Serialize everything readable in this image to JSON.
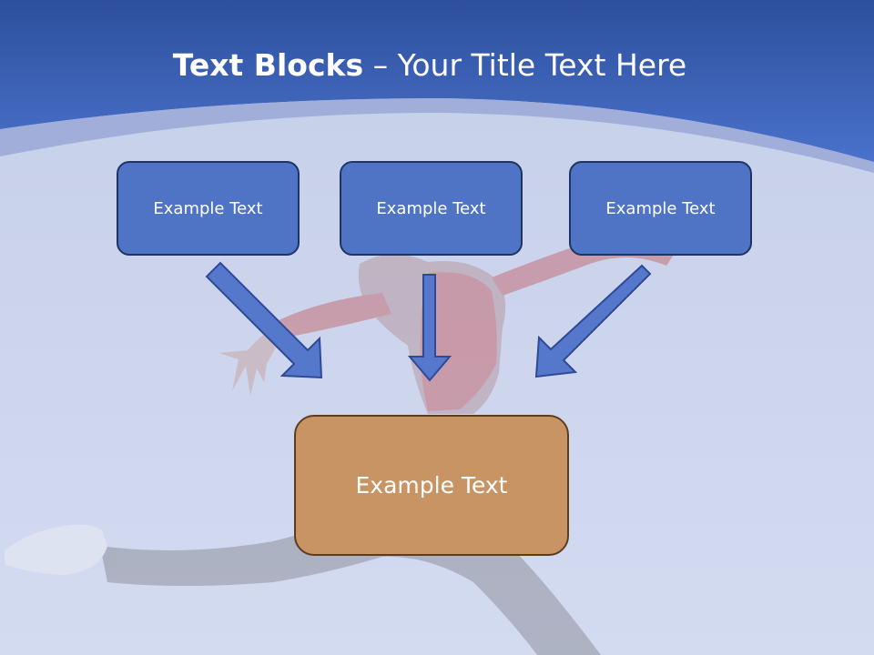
{
  "slide": {
    "title_bold": "Text Blocks",
    "title_dash": " – ",
    "title_rest": "Your Title Text Here"
  },
  "diagram": {
    "top_boxes": [
      {
        "label": "Example Text"
      },
      {
        "label": "Example Text"
      },
      {
        "label": "Example Text"
      }
    ],
    "bottom_box": {
      "label": "Example Text"
    }
  },
  "colors": {
    "header_blue": "#3a5fb8",
    "band_light": "#9aa8d6",
    "background": "#cdd6ee",
    "box_blue": "#4f74c6",
    "box_blue_border": "#1f3464",
    "box_orange": "#c99464",
    "box_orange_border": "#5e3d1e",
    "arrow_fill": "#5577cc",
    "arrow_stroke": "#2e4a96"
  }
}
